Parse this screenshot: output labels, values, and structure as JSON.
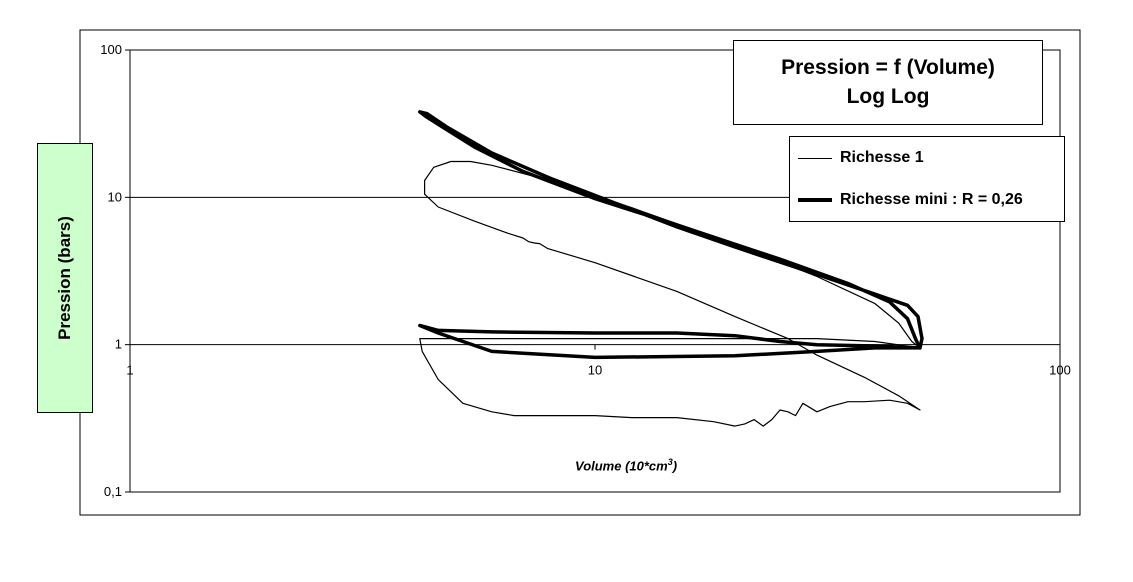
{
  "chart_data": {
    "type": "line",
    "title_line1": "Pression = f (Volume)",
    "title_line2": "Log Log",
    "xlabel_main": "Volume (10*cm",
    "xlabel_sup": "3",
    "xlabel_end": ")",
    "ylabel": "Pression  (bars)",
    "xscale": "log",
    "yscale": "log",
    "xlim": [
      1,
      100
    ],
    "ylim": [
      0.1,
      100
    ],
    "x_ticks": [
      {
        "value": 1,
        "label": "1"
      },
      {
        "value": 10,
        "label": "10"
      },
      {
        "value": 100,
        "label": "100"
      }
    ],
    "y_ticks": [
      {
        "value": 0.1,
        "label": "0,1"
      },
      {
        "value": 1,
        "label": "1"
      },
      {
        "value": 10,
        "label": "10"
      },
      {
        "value": 100,
        "label": "100"
      }
    ],
    "grid": "horizontal major",
    "legend_position": "top-right",
    "series": [
      {
        "name": "Richesse 1",
        "style": "thin",
        "points": [
          [
            50,
            0.95
          ],
          [
            48,
            1.05
          ],
          [
            45,
            1.4
          ],
          [
            40,
            1.9
          ],
          [
            30,
            2.9
          ],
          [
            20,
            4.8
          ],
          [
            12,
            8.5
          ],
          [
            8,
            13
          ],
          [
            6,
            16.5
          ],
          [
            5.4,
            17.5
          ],
          [
            4.9,
            17.5
          ],
          [
            4.5,
            16
          ],
          [
            4.3,
            13
          ],
          [
            4.3,
            10.5
          ],
          [
            4.6,
            8.6
          ],
          [
            5.5,
            6.9
          ],
          [
            6.5,
            5.7
          ],
          [
            7.0,
            5.3
          ],
          [
            7.2,
            5.0
          ],
          [
            7.4,
            4.9
          ],
          [
            7.6,
            4.85
          ],
          [
            7.9,
            4.5
          ],
          [
            10,
            3.6
          ],
          [
            15,
            2.3
          ],
          [
            20,
            1.55
          ],
          [
            26,
            1.1
          ],
          [
            30,
            0.85
          ],
          [
            38,
            0.6
          ],
          [
            45,
            0.45
          ],
          [
            50,
            0.36
          ],
          [
            47,
            0.4
          ],
          [
            43,
            0.42
          ],
          [
            38,
            0.41
          ],
          [
            35,
            0.41
          ],
          [
            32,
            0.38
          ],
          [
            30,
            0.35
          ],
          [
            28,
            0.4
          ],
          [
            27,
            0.33
          ],
          [
            26,
            0.35
          ],
          [
            25,
            0.36
          ],
          [
            24,
            0.31
          ],
          [
            23,
            0.28
          ],
          [
            22,
            0.31
          ],
          [
            21,
            0.29
          ],
          [
            20,
            0.28
          ],
          [
            18,
            0.3
          ],
          [
            15,
            0.32
          ],
          [
            12,
            0.32
          ],
          [
            10,
            0.33
          ],
          [
            8,
            0.33
          ],
          [
            6.7,
            0.33
          ],
          [
            6,
            0.35
          ],
          [
            5.2,
            0.4
          ],
          [
            4.6,
            0.58
          ],
          [
            4.25,
            0.9
          ],
          [
            4.2,
            1.1
          ],
          [
            5,
            1.1
          ],
          [
            10,
            1.1
          ],
          [
            20,
            1.1
          ],
          [
            30,
            1.1
          ],
          [
            40,
            1.05
          ],
          [
            50,
            0.95
          ]
        ]
      },
      {
        "name": "Richesse mini : R = 0,26",
        "style": "thick",
        "points": [
          [
            50,
            0.95
          ],
          [
            49,
            1.08
          ],
          [
            47,
            1.5
          ],
          [
            43,
            1.95
          ],
          [
            35,
            2.6
          ],
          [
            25,
            3.8
          ],
          [
            15,
            6.5
          ],
          [
            10,
            9.8
          ],
          [
            7,
            15
          ],
          [
            5.5,
            22
          ],
          [
            4.7,
            30
          ],
          [
            4.35,
            35
          ],
          [
            4.2,
            38
          ],
          [
            4.35,
            37
          ],
          [
            4.8,
            30
          ],
          [
            6,
            20
          ],
          [
            8,
            13.5
          ],
          [
            10,
            10.3
          ],
          [
            15,
            6.3
          ],
          [
            20,
            4.6
          ],
          [
            30,
            3.0
          ],
          [
            40,
            2.2
          ],
          [
            47,
            1.85
          ],
          [
            49.5,
            1.55
          ],
          [
            50.5,
            1.1
          ],
          [
            50,
            0.95
          ],
          [
            40,
            0.98
          ],
          [
            30,
            1.0
          ],
          [
            25,
            1.05
          ],
          [
            20,
            1.15
          ],
          [
            15,
            1.2
          ],
          [
            10,
            1.2
          ],
          [
            6,
            1.22
          ],
          [
            4.6,
            1.25
          ],
          [
            4.2,
            1.35
          ],
          [
            4.6,
            1.2
          ],
          [
            6,
            0.9
          ],
          [
            10,
            0.82
          ],
          [
            20,
            0.84
          ],
          [
            30,
            0.9
          ],
          [
            40,
            0.95
          ],
          [
            50,
            0.95
          ]
        ]
      }
    ]
  },
  "colors": {
    "line": "#000000",
    "ylabel_bg": "#ccffcc",
    "grid": "#000000"
  }
}
